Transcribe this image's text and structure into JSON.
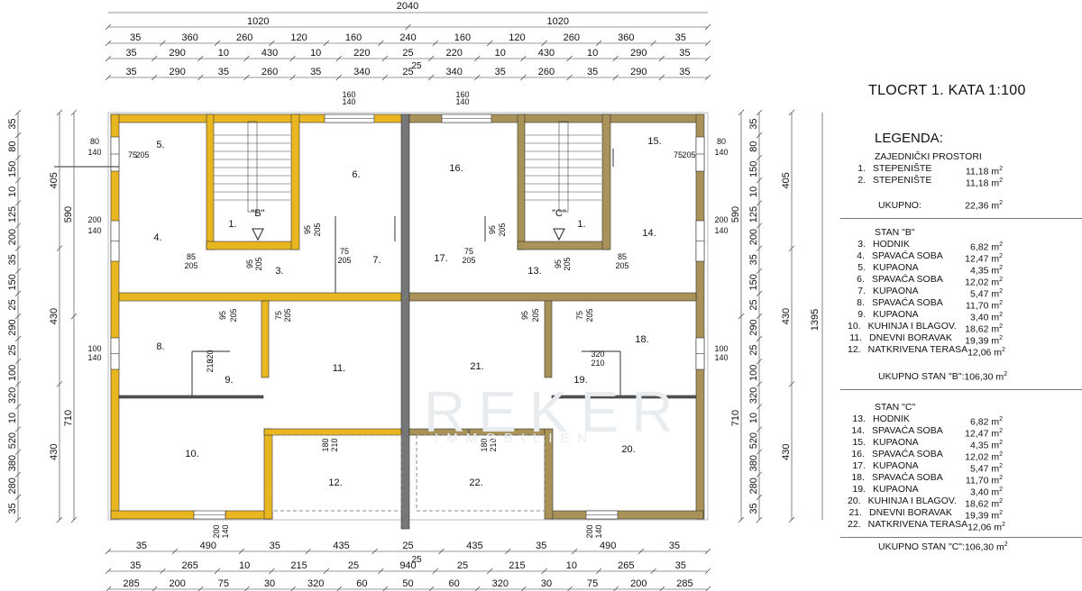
{
  "plan_title": "TLOCRT 1. KATA 1:100",
  "legend_title": "LEGENDA:",
  "watermark": {
    "brand": "REKER",
    "sub": "IMMOBILIEN"
  },
  "common": {
    "heading": "ZAJEDNIČKI PROSTORI",
    "rows": [
      {
        "num": "1.",
        "name": "STEPENIŠTE",
        "area": "11,18 m"
      },
      {
        "num": "2.",
        "name": "STEPENIŠTE",
        "area": "11,18 m"
      }
    ],
    "total_label": "UKUPNO:",
    "total_value": "22,36 m"
  },
  "stan_b": {
    "heading": "STAN \"B\"",
    "rows": [
      {
        "num": "3.",
        "name": "HODNIK",
        "area": "6,82 m"
      },
      {
        "num": "4.",
        "name": "SPAVAĆA SOBA",
        "area": "12,47 m"
      },
      {
        "num": "5.",
        "name": "KUPAONA",
        "area": "4,35 m"
      },
      {
        "num": "6.",
        "name": "SPAVAĆA SOBA",
        "area": "12,02 m"
      },
      {
        "num": "7.",
        "name": "KUPAONA",
        "area": "5,47 m"
      },
      {
        "num": "8.",
        "name": "SPAVAĆA SOBA",
        "area": "11,70 m"
      },
      {
        "num": "9.",
        "name": "KUPAONA",
        "area": "3,40 m"
      },
      {
        "num": "10.",
        "name": "KUHINJA I BLAGOV.",
        "area": "18,62 m"
      },
      {
        "num": "11.",
        "name": "DNEVNI BORAVAK",
        "area": "19,39 m"
      },
      {
        "num": "12.",
        "name": "NATKRIVENA TERASA",
        "area": "12,06 m"
      }
    ],
    "total_label": "UKUPNO STAN \"B\":",
    "total_value": "106,30 m"
  },
  "stan_c": {
    "heading": "STAN \"C\"",
    "rows": [
      {
        "num": "13.",
        "name": "HODNIK",
        "area": "6,82 m"
      },
      {
        "num": "14.",
        "name": "SPAVAĆA SOBA",
        "area": "12,47 m"
      },
      {
        "num": "15.",
        "name": "KUPAONA",
        "area": "4,35 m"
      },
      {
        "num": "16.",
        "name": "SPAVAĆA SOBA",
        "area": "12,02 m"
      },
      {
        "num": "17.",
        "name": "KUPAONA",
        "area": "5,47 m"
      },
      {
        "num": "18.",
        "name": "SPAVAĆA SOBA",
        "area": "11,70 m"
      },
      {
        "num": "19.",
        "name": "KUPAONA",
        "area": "3,40 m"
      },
      {
        "num": "20.",
        "name": "KUHINJA I BLAGOV.",
        "area": "18,62 m"
      },
      {
        "num": "21.",
        "name": "DNEVNI BORAVAK",
        "area": "19,39 m"
      },
      {
        "num": "22.",
        "name": "NATKRIVENA TERASA",
        "area": "12,06 m"
      }
    ],
    "total_label": "UKUPNO STAN \"C\":",
    "total_value": "106,30 m"
  },
  "area_unit_sup": "2",
  "rooms": [
    {
      "label": "1."
    },
    {
      "label": "1."
    },
    {
      "label": "3."
    },
    {
      "label": "4."
    },
    {
      "label": "5."
    },
    {
      "label": "6."
    },
    {
      "label": "7."
    },
    {
      "label": "8."
    },
    {
      "label": "9."
    },
    {
      "label": "10."
    },
    {
      "label": "11."
    },
    {
      "label": "12."
    },
    {
      "label": "13."
    },
    {
      "label": "14."
    },
    {
      "label": "15."
    },
    {
      "label": "16."
    },
    {
      "label": "17."
    },
    {
      "label": "18."
    },
    {
      "label": "19."
    },
    {
      "label": "20."
    },
    {
      "label": "21."
    },
    {
      "label": "22."
    }
  ],
  "stair_tags": [
    {
      "label": "\"B\""
    },
    {
      "label": "\"C\""
    }
  ],
  "dims_top": {
    "total": "2040",
    "half": [
      "1020",
      "1020"
    ],
    "row3": [
      "35",
      "360",
      "260",
      "120",
      "160",
      "240",
      "160",
      "120",
      "260",
      "360",
      "35"
    ],
    "row4": [
      "35",
      "290",
      "10",
      "430",
      "10",
      "220",
      "25",
      "220",
      "10",
      "430",
      "10",
      "290",
      "35"
    ],
    "row5": [
      "35",
      "290",
      "35",
      "260",
      "35",
      "340",
      "25",
      "340",
      "35",
      "260",
      "35",
      "290",
      "35"
    ],
    "mid": "25"
  },
  "dims_bottom": {
    "row1": [
      "35",
      "490",
      "35",
      "435",
      "25",
      "435",
      "35",
      "490",
      "35"
    ],
    "row2": [
      "35",
      "265",
      "10",
      "215",
      "25",
      "940",
      "25",
      "215",
      "10",
      "265",
      "35"
    ],
    "mid": "25",
    "row3": [
      "285",
      "200",
      "75",
      "30",
      "320",
      "60",
      "50",
      "60",
      "320",
      "30",
      "75",
      "200",
      "285"
    ]
  },
  "dims_left": {
    "outer": [
      "35",
      "80",
      "150",
      "10",
      "125",
      "200",
      "35",
      "150",
      "25",
      "290",
      "25",
      "100",
      "320",
      "10",
      "520",
      "380",
      "280",
      "35"
    ],
    "mid": [
      "405",
      "430",
      "430"
    ],
    "inner": [
      "590",
      "710"
    ]
  },
  "dims_right": {
    "outer": [
      "35",
      "80",
      "150",
      "10",
      "125",
      "200",
      "35",
      "150",
      "25",
      "290",
      "25",
      "100",
      "320",
      "10",
      "520",
      "380",
      "280",
      "35"
    ],
    "mid": [
      "405",
      "430",
      "430"
    ],
    "inner": [
      "590",
      "710"
    ],
    "total": "1395"
  },
  "openings": [
    "160",
    "140",
    "160",
    "140",
    "80",
    "140",
    "80",
    "140",
    "200",
    "140",
    "200",
    "140",
    "100",
    "140",
    "100",
    "140",
    "200",
    "140",
    "200",
    "140",
    "75",
    "205",
    "75",
    "205",
    "85",
    "205",
    "85",
    "205",
    "95",
    "205",
    "95",
    "205",
    "75",
    "205",
    "75",
    "205",
    "95",
    "205",
    "95",
    "205",
    "95",
    "205",
    "95",
    "205",
    "75",
    "205",
    "75",
    "205",
    "320",
    "210",
    "320",
    "210",
    "180",
    "210",
    "180",
    "210"
  ],
  "colors": {
    "wall_b": "#e8b620",
    "wall_c": "#a89257",
    "line": "#222222",
    "dim": "#333333"
  }
}
